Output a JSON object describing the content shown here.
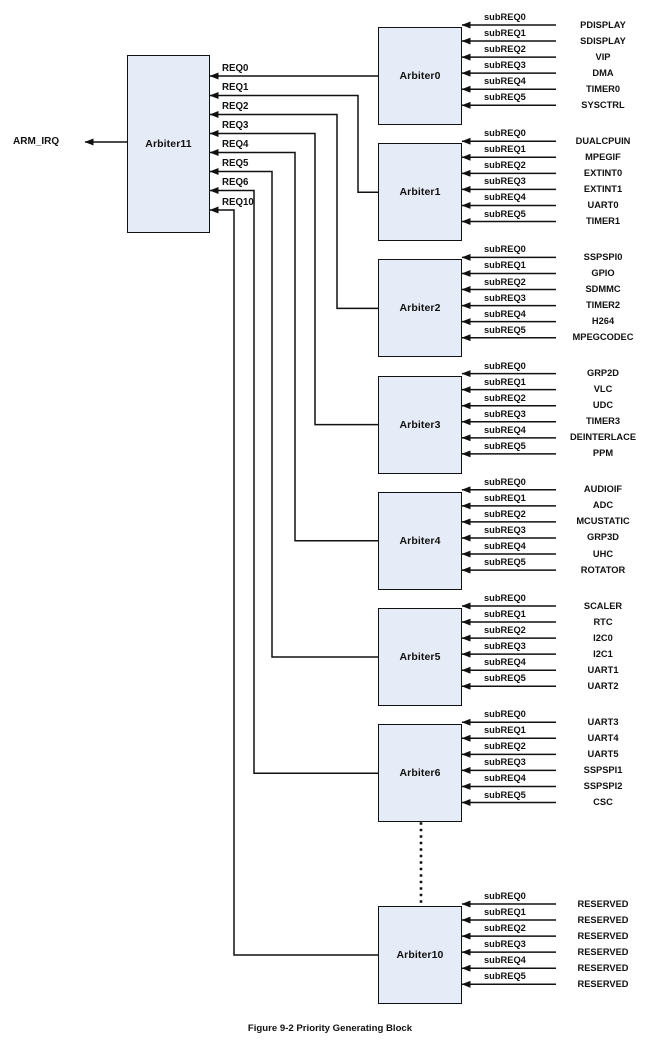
{
  "figure": {
    "caption": "Figure 9-2 Priority Generating Block",
    "output_signal": "ARM_IRQ",
    "box_fill": "#e6ecf7",
    "line_color": "#111111"
  },
  "top_arbiter": {
    "name": "Arbiter11",
    "inputs": [
      {
        "label": "REQ0"
      },
      {
        "label": "REQ1"
      },
      {
        "label": "REQ2"
      },
      {
        "label": "REQ3"
      },
      {
        "label": "REQ4"
      },
      {
        "label": "REQ5"
      },
      {
        "label": "REQ6"
      },
      {
        "label": "REQ10"
      }
    ]
  },
  "sub_request_labels": [
    "subREQ0",
    "subREQ1",
    "subREQ2",
    "subREQ3",
    "subREQ4",
    "subREQ5"
  ],
  "arbiters": [
    {
      "name": "Arbiter0",
      "feeds": "REQ0",
      "sources": [
        "PDISPLAY",
        "SDISPLAY",
        "VIP",
        "DMA",
        "TIMER0",
        "SYSCTRL"
      ]
    },
    {
      "name": "Arbiter1",
      "feeds": "REQ1",
      "sources": [
        "DUALCPUIN",
        "MPEGIF",
        "EXTINT0",
        "EXTINT1",
        "UART0",
        "TIMER1"
      ]
    },
    {
      "name": "Arbiter2",
      "feeds": "REQ2",
      "sources": [
        "SSPSPI0",
        "GPIO",
        "SDMMC",
        "TIMER2",
        "H264",
        "MPEGCODEC"
      ]
    },
    {
      "name": "Arbiter3",
      "feeds": "REQ3",
      "sources": [
        "GRP2D",
        "VLC",
        "UDC",
        "TIMER3",
        "DEINTERLACE",
        "PPM"
      ]
    },
    {
      "name": "Arbiter4",
      "feeds": "REQ4",
      "sources": [
        "AUDIOIF",
        "ADC",
        "MCUSTATIC",
        "GRP3D",
        "UHC",
        "ROTATOR"
      ]
    },
    {
      "name": "Arbiter5",
      "feeds": "REQ5",
      "sources": [
        "SCALER",
        "RTC",
        "I2C0",
        "I2C1",
        "UART1",
        "UART2"
      ]
    },
    {
      "name": "Arbiter6",
      "feeds": "REQ6",
      "sources": [
        "UART3",
        "UART4",
        "UART5",
        "SSPSPI1",
        "SSPSPI2",
        "CSC"
      ]
    },
    {
      "name": "Arbiter10",
      "feeds": "REQ10",
      "sources": [
        "RESERVED",
        "RESERVED",
        "RESERVED",
        "RESERVED",
        "RESERVED",
        "RESERVED"
      ]
    }
  ]
}
